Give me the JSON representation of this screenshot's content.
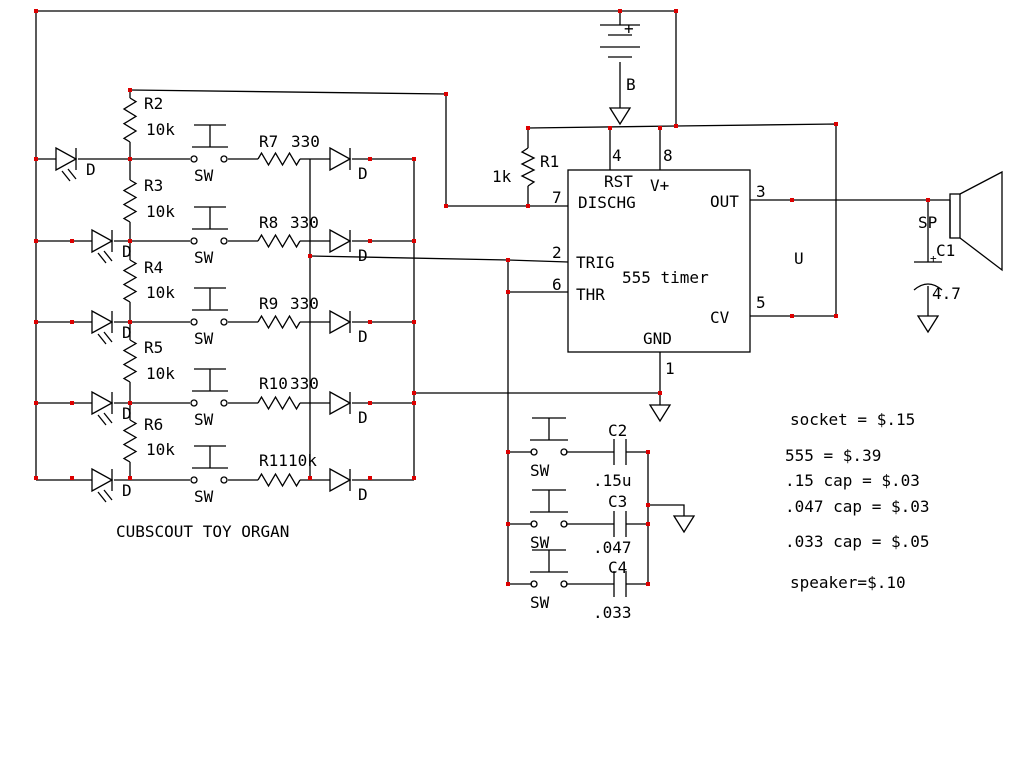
{
  "title": "CUBSCOUT TOY ORGAN",
  "battery": {
    "plus": "+",
    "label": "B"
  },
  "timer": {
    "name": "555 timer",
    "ref": "U",
    "pins": {
      "rst": "RST",
      "vplus": "V+",
      "disch": "DISCHG",
      "trig": "TRIG",
      "thr": "THR",
      "out": "OUT",
      "cv": "CV",
      "gnd": "GND"
    },
    "pin_numbers": {
      "p4": "4",
      "p8": "8",
      "p7": "7",
      "p2": "2",
      "p6": "6",
      "p3": "3",
      "p5": "5",
      "p1": "1"
    }
  },
  "r1": {
    "ref": "R1",
    "value": "1k"
  },
  "ladder": [
    {
      "ref": "R2",
      "value": "10k"
    },
    {
      "ref": "R3",
      "value": "10k"
    },
    {
      "ref": "R4",
      "value": "10k"
    },
    {
      "ref": "R5",
      "value": "10k"
    },
    {
      "ref": "R6",
      "value": "10k"
    }
  ],
  "rows": [
    {
      "sw": "SW",
      "r_ref": "R7",
      "r_value": "330",
      "led": "D",
      "diode": "D"
    },
    {
      "sw": "SW",
      "r_ref": "R8",
      "r_value": "330",
      "led": "D",
      "diode": "D"
    },
    {
      "sw": "SW",
      "r_ref": "R9",
      "r_value": "330",
      "led": "D",
      "diode": "D"
    },
    {
      "sw": "SW",
      "r_ref": "R10",
      "r_value": "330",
      "led": "D",
      "diode": "D"
    },
    {
      "sw": "SW",
      "r_ref": "R11",
      "r_value": "10k",
      "led": "D",
      "diode": "D"
    }
  ],
  "caps": [
    {
      "sw": "SW",
      "ref": "C2",
      "value": ".15u"
    },
    {
      "sw": "SW",
      "ref": "C3",
      "value": ".047"
    },
    {
      "sw": "SW",
      "ref": "C4",
      "value": ".033"
    }
  ],
  "speaker": {
    "ref": "SP"
  },
  "c1": {
    "ref": "C1",
    "value": "4.7",
    "plus": "+"
  },
  "bom": [
    "socket = $.15",
    "555 = $.39",
    ".15 cap = $.03",
    ".047 cap = $.03",
    ".033 cap = $.05",
    "speaker=$.10"
  ]
}
